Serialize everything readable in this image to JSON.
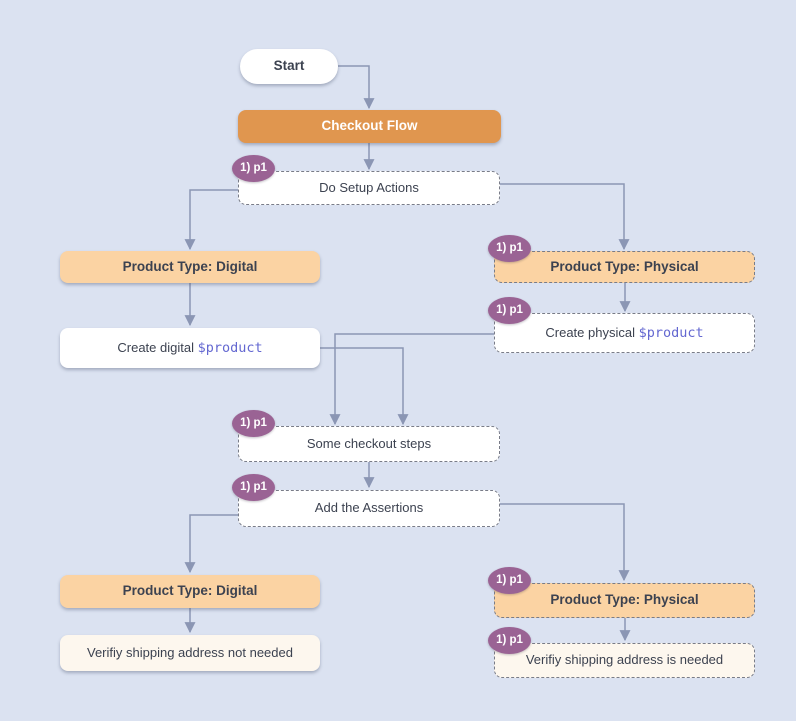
{
  "diagram": {
    "colors": {
      "background": "#dbe2f1",
      "accent_orange": "#e0964f",
      "peach": "#fbd3a3",
      "cream": "#fdf7ee",
      "node_white": "#ffffff",
      "badge_purple": "#9a6394",
      "edge_slate": "#8b96b4",
      "text_dark": "#3c4250",
      "code_purple": "#6468d1"
    },
    "nodes": {
      "start": {
        "label": "Start"
      },
      "checkout_flow": {
        "label": "Checkout Flow"
      },
      "do_setup_actions": {
        "label": "Do Setup Actions",
        "badge": "1) p1"
      },
      "product_type_digital_top": {
        "label": "Product Type: Digital"
      },
      "product_type_physical_top": {
        "label": "Product Type: Physical",
        "badge": "1) p1"
      },
      "create_digital": {
        "label_prefix": "Create digital ",
        "code": "$product"
      },
      "create_physical": {
        "label_prefix": "Create physical ",
        "code": "$product",
        "badge": "1) p1"
      },
      "some_checkout_steps": {
        "label": "Some checkout steps",
        "badge": "1) p1"
      },
      "add_the_assertions": {
        "label": "Add the Assertions",
        "badge": "1) p1"
      },
      "product_type_digital_bottom": {
        "label": "Product Type: Digital"
      },
      "product_type_physical_bottom": {
        "label": "Product Type: Physical",
        "badge": "1) p1"
      },
      "verify_shipping_not_needed": {
        "label": "Verifiy shipping address not needed"
      },
      "verify_shipping_needed": {
        "label": "Verifiy shipping address is needed",
        "badge": "1) p1"
      }
    }
  }
}
